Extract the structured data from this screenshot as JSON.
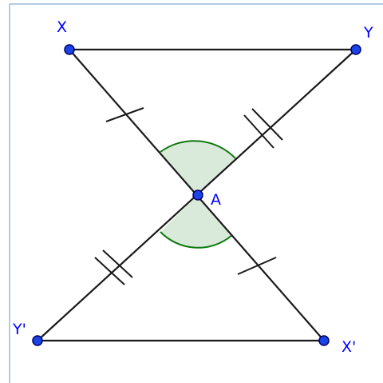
{
  "points": [
    {
      "id": "X",
      "label": "X"
    },
    {
      "id": "Y",
      "label": "Y"
    },
    {
      "id": "A",
      "label": "A"
    },
    {
      "id": "Yp",
      "label": "Y'"
    },
    {
      "id": "Xp",
      "label": "X'"
    }
  ],
  "colors": {
    "segment": "#1a1a1a",
    "point_fill": "#1a44e6",
    "point_stroke": "#00006b",
    "label": "#0000ff",
    "angle_fill": "#d9eadb",
    "angle_stroke": "#0e7a0e",
    "frame": "#9bb9d9"
  }
}
